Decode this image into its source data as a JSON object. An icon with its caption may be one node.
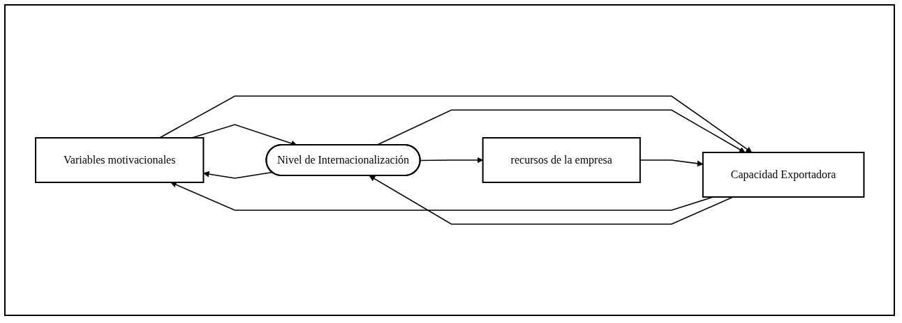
{
  "diagram": {
    "nodes": [
      {
        "text": [
          "Variables motivacionales"
        ]
      },
      {
        "text": [
          "Nivel de Internacionalización"
        ]
      },
      {
        "text": [
          "recursos de la empresa"
        ]
      },
      {
        "text": [
          "Capacidad Exportadora"
        ]
      }
    ],
    "edges": [
      {
        "from": 1,
        "to": 0,
        "arrow": "to"
      },
      {
        "from": 0,
        "to": 1,
        "arrow": "to"
      },
      {
        "from": 0,
        "to": 3,
        "arrow": "to"
      },
      {
        "from": 3,
        "to": 0,
        "arrow": "to"
      },
      {
        "from": 3,
        "to": 1,
        "arrow": "to"
      },
      {
        "from": 1,
        "to": 3,
        "arrow": "to"
      },
      {
        "from": 2,
        "to": 3,
        "arrow": "to"
      },
      {
        "from": 1,
        "to": 2,
        "arrow": "to"
      }
    ]
  }
}
